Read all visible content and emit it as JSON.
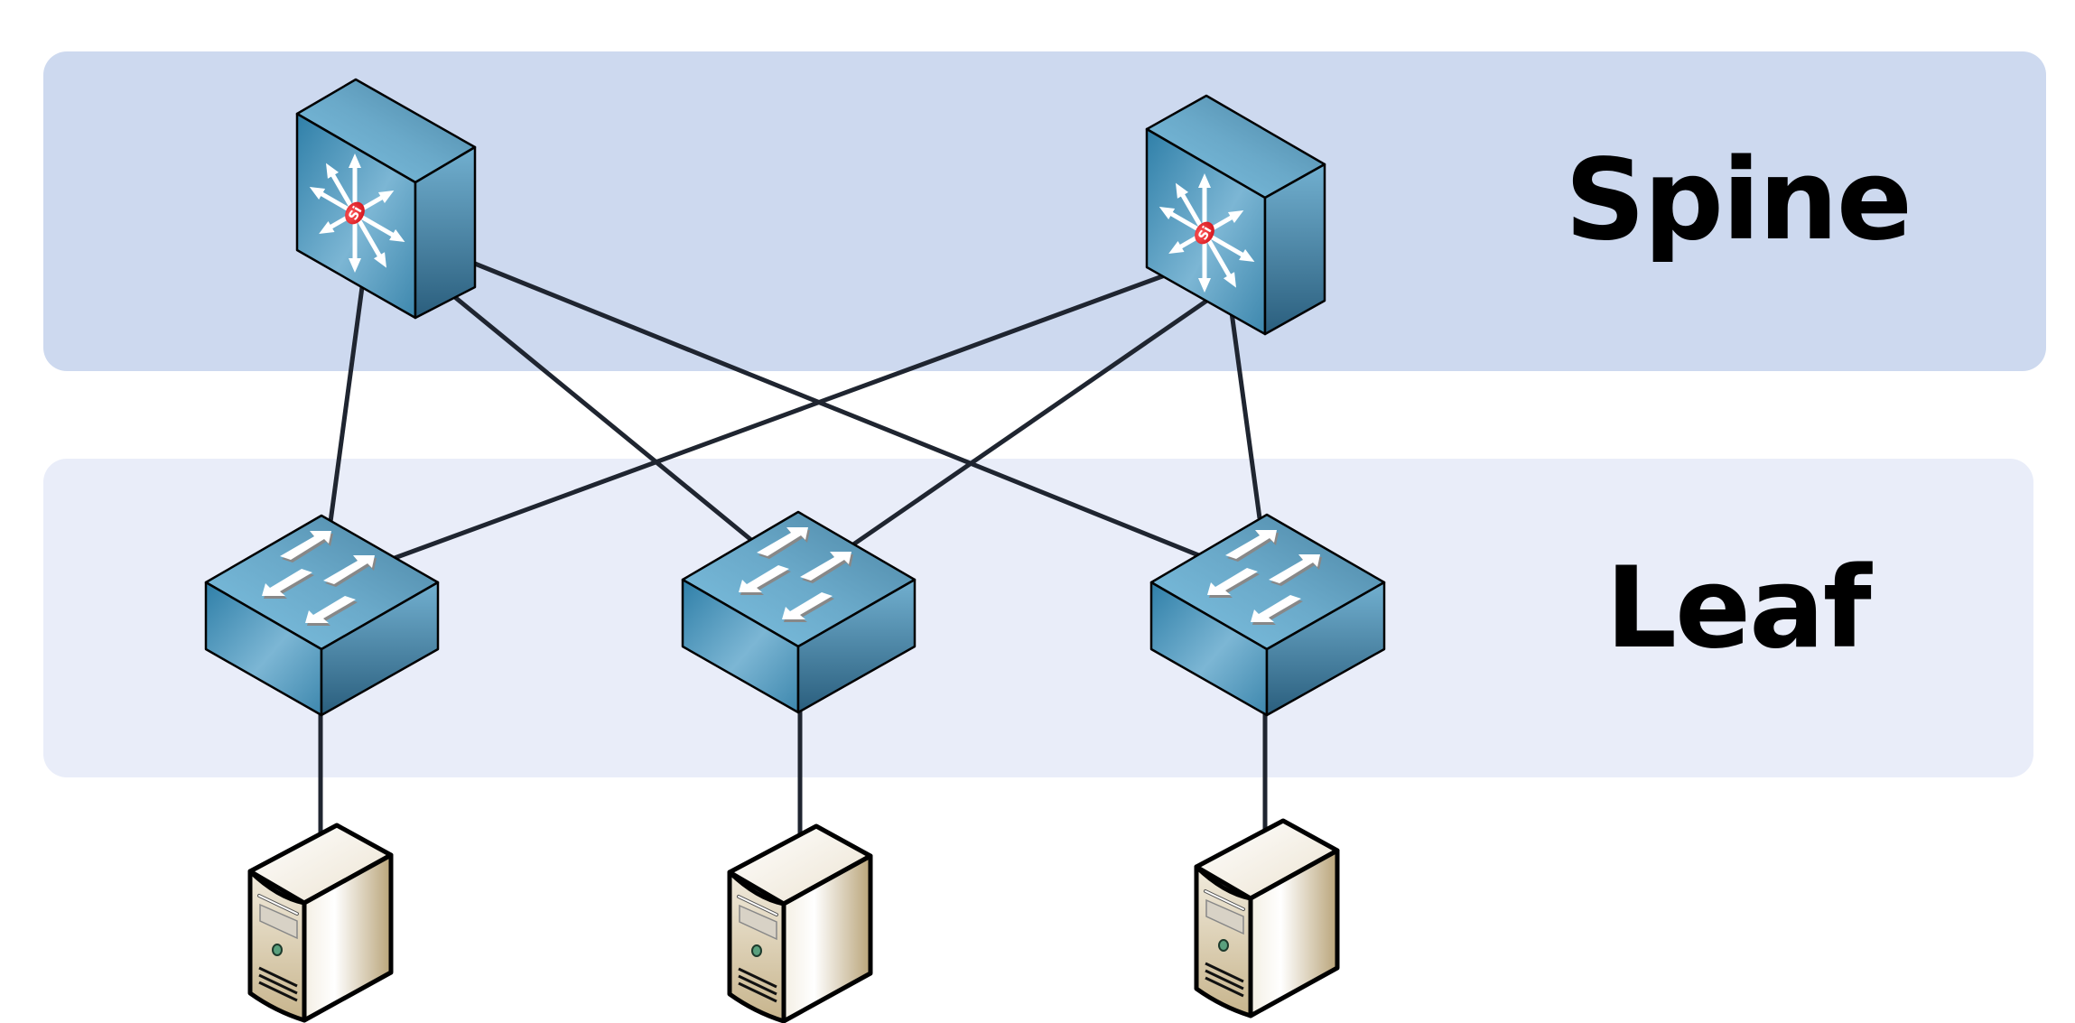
{
  "tiers": {
    "spine": {
      "label": "Spine"
    },
    "leaf": {
      "label": "Leaf"
    }
  },
  "colors": {
    "spine_band": "#cdd9ef",
    "leaf_band": "#e9edf9",
    "device_blue_light": "#7fc0e0",
    "device_blue_dark": "#2a5f7e",
    "cable": "#1f2530",
    "server_beige": "#d6c7a4",
    "si_badge": "#e8242b"
  },
  "devices": {
    "spines": [
      {
        "id": "spine-1",
        "type": "multilayer-switch",
        "badge": "Si"
      },
      {
        "id": "spine-2",
        "type": "multilayer-switch",
        "badge": "Si"
      }
    ],
    "leaves": [
      {
        "id": "leaf-1",
        "type": "layer2-switch"
      },
      {
        "id": "leaf-2",
        "type": "layer2-switch"
      },
      {
        "id": "leaf-3",
        "type": "layer2-switch"
      }
    ],
    "servers": [
      {
        "id": "server-1",
        "type": "server",
        "connected_to": "leaf-1"
      },
      {
        "id": "server-2",
        "type": "server",
        "connected_to": "leaf-2"
      },
      {
        "id": "server-3",
        "type": "server",
        "connected_to": "leaf-3"
      }
    ]
  },
  "links": [
    {
      "from": "spine-1",
      "to": "leaf-1"
    },
    {
      "from": "spine-1",
      "to": "leaf-2"
    },
    {
      "from": "spine-1",
      "to": "leaf-3"
    },
    {
      "from": "spine-2",
      "to": "leaf-1"
    },
    {
      "from": "spine-2",
      "to": "leaf-2"
    },
    {
      "from": "spine-2",
      "to": "leaf-3"
    },
    {
      "from": "leaf-1",
      "to": "server-1"
    },
    {
      "from": "leaf-2",
      "to": "server-2"
    },
    {
      "from": "leaf-3",
      "to": "server-3"
    }
  ]
}
